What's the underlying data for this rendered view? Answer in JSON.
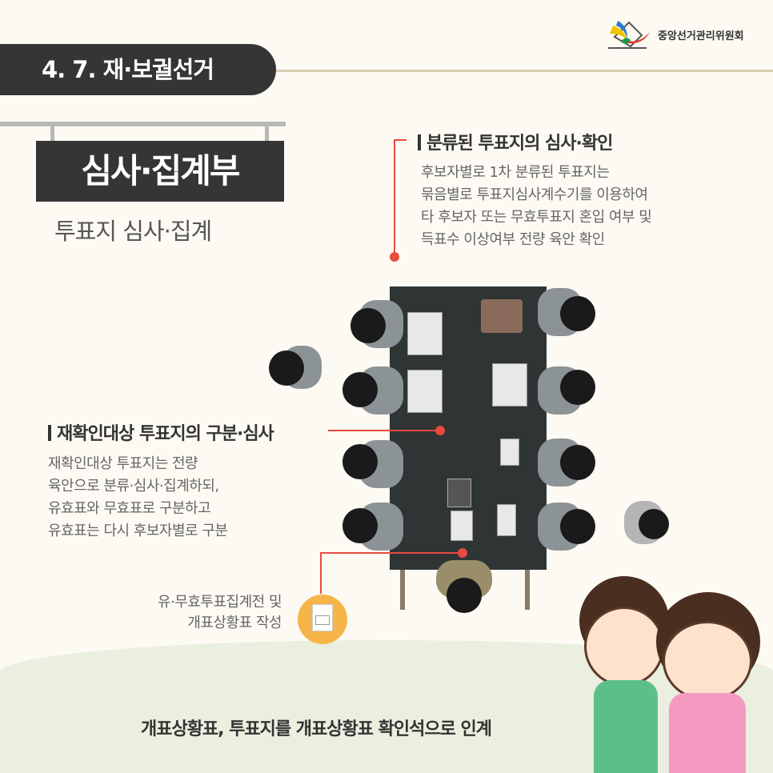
{
  "header": {
    "section": "4. 7. 재·보궐선거",
    "org": "중앙선거관리위원회"
  },
  "title": {
    "main": "심사·집계부",
    "sub": "투표지 심사·집계"
  },
  "right_section": {
    "heading": "분류된 투표지의 심사·확인",
    "lines": [
      "후보자별로 1차 분류된 투표지는",
      "묶음별로 투표지심사계수기를 이용하여",
      "타 후보자 또는 무효투표지 혼입 여부 및",
      "득표수 이상여부 전량 육안 확인"
    ]
  },
  "left_section": {
    "heading": "재확인대상 투표지의 구분·심사",
    "lines": [
      "재확인대상 투표지는 전량",
      "육안으로 분류·심사·집계하되,",
      "유효표와 무효표로 구분하고",
      "유효표는 다시 후보자별로 구분"
    ]
  },
  "form_step": {
    "lines": [
      "유·무효투표집계전 및",
      "개표상황표 작성"
    ]
  },
  "footer": {
    "text": "개표상황표, 투표지를 개표상황표 확인석으로 인계"
  },
  "colors": {
    "accent": "#e84a3f",
    "dark": "#353535",
    "background": "#fdfaf3"
  }
}
